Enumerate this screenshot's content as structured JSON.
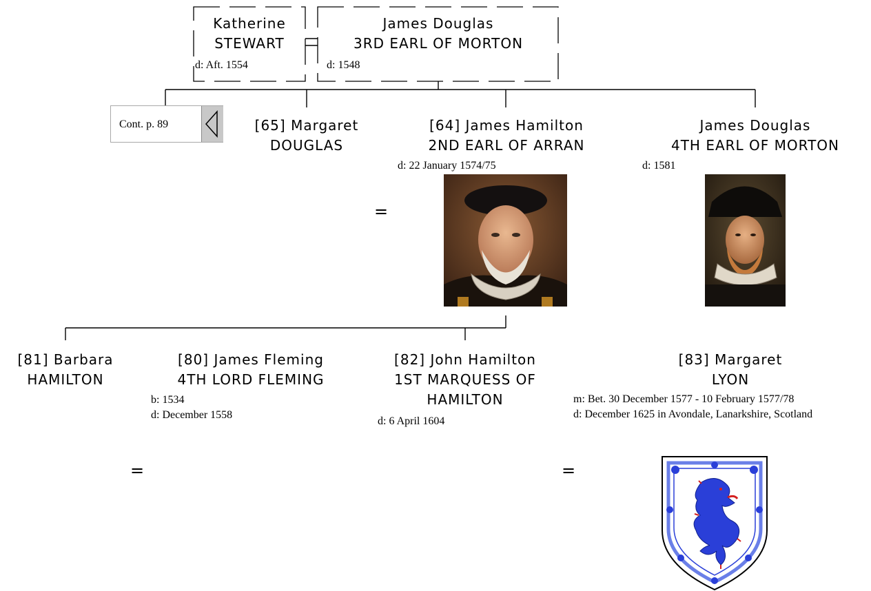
{
  "continuation": {
    "label": "Cont. p. 89"
  },
  "parents": {
    "mother": {
      "given": "Katherine",
      "surname": "STEWART",
      "death": "d: Aft. 1554"
    },
    "father": {
      "given": "James Douglas",
      "title": "3RD EARL OF MORTON",
      "death": "d: 1548"
    }
  },
  "generation2": {
    "margaret": {
      "given": "[65] Margaret",
      "surname": "DOUGLAS"
    },
    "arran": {
      "given": "[64] James Hamilton",
      "title": "2ND EARL OF ARRAN",
      "death": "d: 22 January 1574/75"
    },
    "morton4": {
      "given": "James Douglas",
      "title": "4TH EARL OF MORTON",
      "death": "d: 1581"
    }
  },
  "generation3": {
    "barbara": {
      "given": "[81] Barbara",
      "surname": "HAMILTON"
    },
    "fleming": {
      "given": "[80] James Fleming",
      "title": "4TH LORD FLEMING",
      "birth": "b: 1534",
      "death": "d: December 1558"
    },
    "john": {
      "given": "[82] John Hamilton",
      "title_line1": "1ST MARQUESS OF",
      "title_line2": "HAMILTON",
      "death": "d: 6 April 1604"
    },
    "lyon": {
      "given": "[83] Margaret",
      "surname": "LYON",
      "marriage": "m: Bet. 30 December 1577 - 10 February 1577/78",
      "death": "d: December 1625 in Avondale, Lanarkshire, Scotland"
    }
  },
  "marriage_symbol": "=",
  "colors": {
    "line": "#000000",
    "shield_blue": "#2a3fd8",
    "shield_border": "#6a7fe8",
    "lion_red": "#d42020"
  }
}
